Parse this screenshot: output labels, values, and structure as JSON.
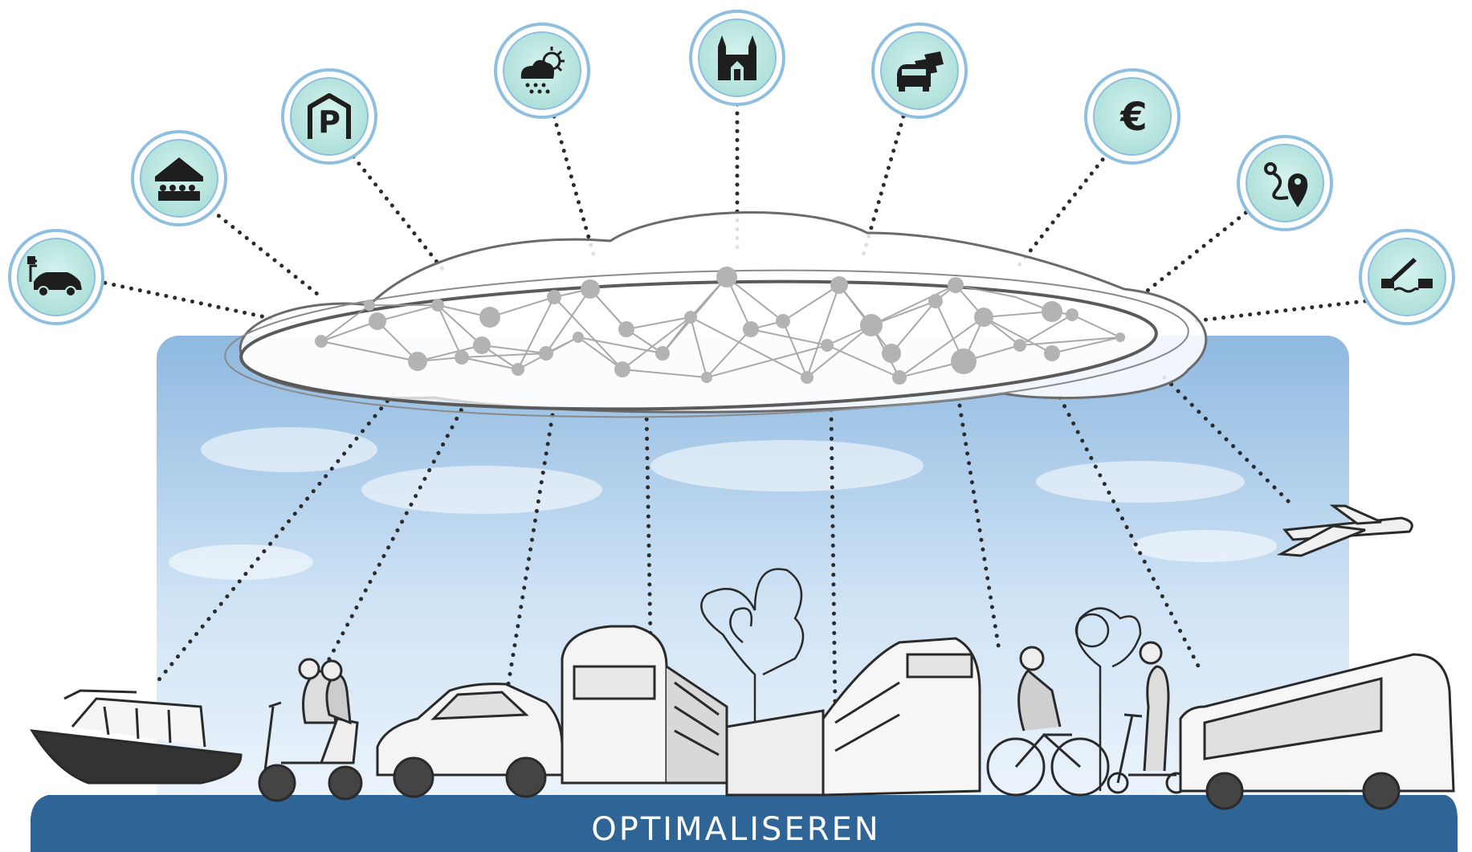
{
  "banner": {
    "label": "OPTIMALISEREN"
  },
  "icons": [
    {
      "name": "ev-charging-car-icon"
    },
    {
      "name": "event-tent-icon"
    },
    {
      "name": "parking-garage-icon"
    },
    {
      "name": "weather-icon"
    },
    {
      "name": "church-landmark-icon"
    },
    {
      "name": "traffic-jam-icon"
    },
    {
      "name": "euro-icon"
    },
    {
      "name": "route-location-icon"
    },
    {
      "name": "drawbridge-icon"
    }
  ],
  "vehicles": [
    {
      "name": "boat"
    },
    {
      "name": "scooter"
    },
    {
      "name": "car"
    },
    {
      "name": "train"
    },
    {
      "name": "tram"
    },
    {
      "name": "cyclist"
    },
    {
      "name": "e-step"
    },
    {
      "name": "bus"
    },
    {
      "name": "airplane"
    }
  ],
  "colors": {
    "icon_fill": "#bfe8e2",
    "icon_ring": "#8fbfe0",
    "banner": "#2f6496",
    "sky_top": "#9fc6e8",
    "sky_bottom": "#e6f1fb",
    "dots": "#2b2b2b"
  }
}
